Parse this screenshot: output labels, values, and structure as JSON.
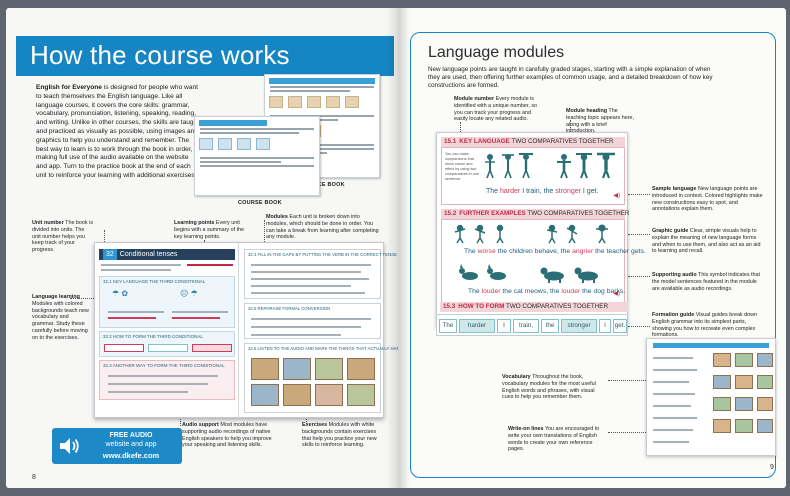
{
  "left_page": {
    "header_title": "How the course works",
    "intro_bold": "English for Everyone",
    "intro_text": " is designed for people who want to teach themselves the English language. Like all language courses, it covers the core skills: grammar, vocabulary, pronunciation, listening, speaking, reading, and writing. Unlike in other courses, the skills are taught and practiced as visually as possible, using images and graphics to help you understand and remember. The best way to learn is to work through the book in order, making full use of the audio available on the website and app. Turn to the practice book at the end of each unit to reinforce your learning with additional exercises.",
    "practice_book_caption": "PRACTICE BOOK",
    "course_book_caption": "COURSE BOOK",
    "annotations": {
      "unit_number_title": "Unit number",
      "unit_number_text": " The book is divided into units. The unit number helps you keep track of your progress.",
      "learning_points_title": "Learning points",
      "learning_points_text": " Every unit begins with a summary of the key learning points.",
      "modules_title": "Modules",
      "modules_text": " Each unit is broken down into modules, which should be done in order. You can take a break from learning after completing any module.",
      "language_learning_title": "Language learning",
      "language_learning_text": " Modules with colored backgrounds teach new vocabulary and grammar. Study these carefully before moving on to the exercises.",
      "audio_support_title": "Audio support",
      "audio_support_text": " Most modules have supporting audio recordings of native English speakers to help you improve your speaking and listening skills.",
      "exercises_title": "Exercises",
      "exercises_text": " Modules with white backgrounds contain exercises that help you practice your new skills to reinforce learning."
    },
    "book": {
      "unit_number": "32",
      "unit_title": "Conditional tenses",
      "module_1": "32.1 KEY LANGUAGE THE THIRD CONDITIONAL",
      "module_4": "32.4 FILL IN THE GAPS BY PUTTING THE VERB IN THE CORRECT TENSE",
      "module_2": "32.2 HOW TO FORM THE THIRD CONDITIONAL",
      "module_5": "32.5 REPHRASE FORMAL CONVERSION",
      "module_3": "32.3 ANOTHER WAY TO FORM THE THIRD CONDITIONAL",
      "module_6": "32.6 LISTEN TO THE AUDIO AND MARK THE THINGS THAT ACTUALLY HAPPENED"
    },
    "audio_box": {
      "line1": "FREE AUDIO",
      "line2": "website and app",
      "line3": "www.dkefe.com"
    },
    "page_number": "8"
  },
  "right_page": {
    "title": "Language modules",
    "intro": "New language points are taught in carefully graded stages, starting with a simple explanation of when they are used, then offering further examples of common usage, and a detailed breakdown of how key constructions are formed.",
    "annotations": {
      "module_number_title": "Module number",
      "module_number_text": " Every module is identified with a unique number, so you can track your progress and easily locate any related audio.",
      "module_heading_title": "Module heading",
      "module_heading_text": " The teaching topic appears here, along with a brief introduction.",
      "sample_language_title": "Sample language",
      "sample_language_text": " New language points are introduced in context. Colored highlights make new constructions easy to spot, and annotations explain them.",
      "graphic_guide_title": "Graphic guide",
      "graphic_guide_text": " Clear, simple visuals help to explain the meaning of new language forms and when to use them, and also act as an aid to learning and recall.",
      "supporting_audio_title": "Supporting audio",
      "supporting_audio_text": " This symbol indicates that the model sentences featured in the module are available as audio recordings.",
      "formation_guide_title": "Formation guide",
      "formation_guide_text": " Visual guides break down English grammar into its simplest parts, showing you how to recreate even complex formations.",
      "vocabulary_title": "Vocabulary",
      "vocabulary_text": " Throughout the book, vocabulary modules for the most useful English words and phrases, with visual cues to help you remember them.",
      "write_on_lines_title": "Write-on lines",
      "write_on_lines_text": " You are encouraged to write your own translations of English words to create your own reference pages."
    },
    "book": {
      "m1_num": "15.1",
      "m1_title": "KEY LANGUAGE",
      "m1_topic": "TWO COMPARATIVES TOGETHER",
      "m1_note": "You can make comparisons that show cause and effect by using two comparatives in one sentence.",
      "m1_sent_a": "The ",
      "m1_sent_b": "harder",
      "m1_sent_c": " I train, the ",
      "m1_sent_d": "stronger",
      "m1_sent_e": " I get.",
      "m2_num": "15.2",
      "m2_title": "FURTHER EXAMPLES",
      "m2_topic": "TWO COMPARATIVES TOGETHER",
      "m2_sent1_a": "The ",
      "m2_sent1_b": "worse",
      "m2_sent1_c": " the children behave, the ",
      "m2_sent1_d": "angrier",
      "m2_sent1_e": " the teacher gets.",
      "m2_sent2_a": "The ",
      "m2_sent2_b": "louder",
      "m2_sent2_c": " the cat meows, the ",
      "m2_sent2_d": "louder",
      "m2_sent2_e": " the dog barks.",
      "m3_num": "15.3",
      "m3_title": "HOW TO FORM",
      "m3_topic": "TWO COMPARATIVES TOGETHER",
      "form_cells": [
        "The",
        "harder",
        "I",
        "train,",
        "the",
        "stronger",
        "I",
        "get."
      ]
    },
    "page_number": "9"
  },
  "colors": {
    "brand_blue": "#1586c3",
    "key_pink": "#c02847",
    "teal": "#2a6f75"
  }
}
